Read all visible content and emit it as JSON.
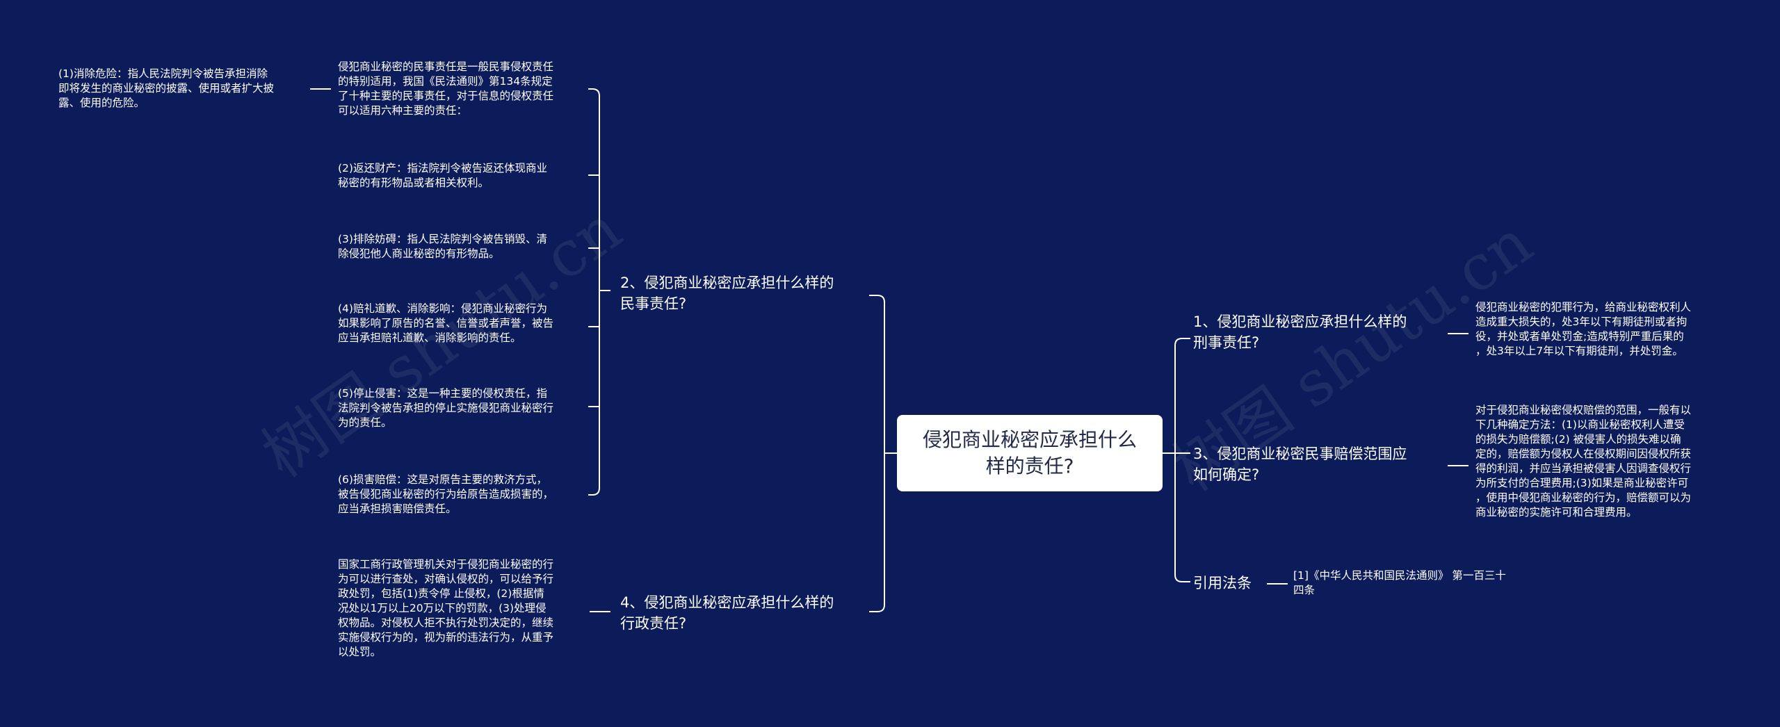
{
  "root": {
    "label": "侵犯商业秘密应承担什么\n样的责任?"
  },
  "watermark": "树图 shutu.cn",
  "right_branches": [
    {
      "label": "1、侵犯商业秘密应承担什么样的\n刑事责任?",
      "children": [
        "侵犯商业秘密的犯罪行为，给商业秘密权利人\n造成重大损失的，处3年以下有期徒刑或者拘\n役，并处或者单处罚金;造成特别严重后果的\n，处3年以上7年以下有期徒刑，并处罚金。"
      ]
    },
    {
      "label": "3、侵犯商业秘密民事赔偿范围应\n如何确定?",
      "children": [
        "对于侵犯商业秘密侵权赔偿的范围，一般有以\n下几种确定方法：(1)以商业秘密权利人遭受\n的损失为赔偿额;(2)  被侵害人的损失难以确\n定的，赔偿额为侵权人在侵权期间因侵权所获\n得的利润，并应当承担被侵害人因调查侵权行\n为所支付的合理费用;(3)如果是商业秘密许可\n，使用中侵犯商业秘密的行为，赔偿额可以为\n商业秘密的实施许可和合理费用。"
      ]
    },
    {
      "label": "引用法条",
      "children": [
        "[1]《中华人民共和国民法通则》 第一百三十\n四条"
      ]
    }
  ],
  "left_branches": [
    {
      "label": "2、侵犯商业秘密应承担什么样的\n民事责任?",
      "children": [
        "侵犯商业秘密的民事责任是一般民事侵权责任\n的特别适用，我国《民法通则》第134条规定\n了十种主要的民事责任，对于信息的侵权责任\n可以适用六种主要的责任：",
        "(2)返还财产：指法院判令被告返还体现商业\n秘密的有形物品或者相关权利。",
        "(3)排除妨碍：指人民法院判令被告销毁、清\n除侵犯他人商业秘密的有形物品。",
        "(4)赔礼道歉、消除影响：侵犯商业秘密行为\n如果影响了原告的名誉、信誉或者声誉，被告\n应当承担赔礼道歉、消除影响的责任。",
        "(5)停止侵害：这是一种主要的侵权责任，指\n法院判令被告承担的停止实施侵犯商业秘密行\n为的责任。",
        "(6)损害赔偿：这是对原告主要的救济方式，\n被告侵犯商业秘密的行为给原告造成损害的，\n应当承担损害赔偿责任。"
      ],
      "grandchild": "(1)消除危险：指人民法院判令被告承担消除\n即将发生的商业秘密的披露、使用或者扩大披\n露、使用的危险。"
    },
    {
      "label": "4、侵犯商业秘密应承担什么样的\n行政责任?",
      "children": [
        "国家工商行政管理机关对于侵犯商业秘密的行\n为可以进行查处，对确认侵权的，可以给予行\n政处罚，包括(1)责令停  止侵权，(2)根据情\n况处以1万以上20万以下的罚款，(3)处理侵\n权物品。对侵权人拒不执行处罚决定的，继续\n实施侵权行为的，视为新的违法行为，从重予\n  以处罚。"
      ]
    }
  ]
}
